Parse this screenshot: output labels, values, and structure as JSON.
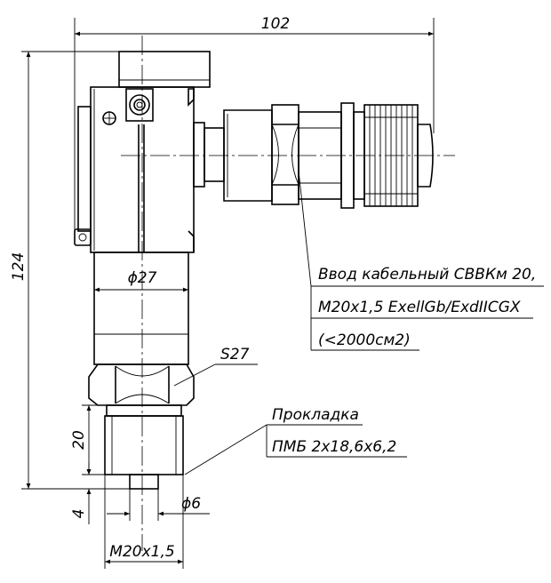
{
  "dimensions": {
    "overall_width": "102",
    "overall_height": "124",
    "body_diameter": "ϕ27",
    "wrench_size": "S27",
    "thread_length": "20",
    "nipple_length": "4",
    "bore_diameter": "ϕ6",
    "thread_spec": "M20x1,5"
  },
  "notes": {
    "cable_entry": {
      "line1": "Ввод кабельный СВВКм 20,",
      "line2": "М20х1,5 ExellGb/ExdIICGX",
      "line3": "(<2000см2)"
    },
    "gasket": {
      "line1": "Прокладка",
      "line2": "ПМБ 2х18,6х6,2"
    }
  }
}
